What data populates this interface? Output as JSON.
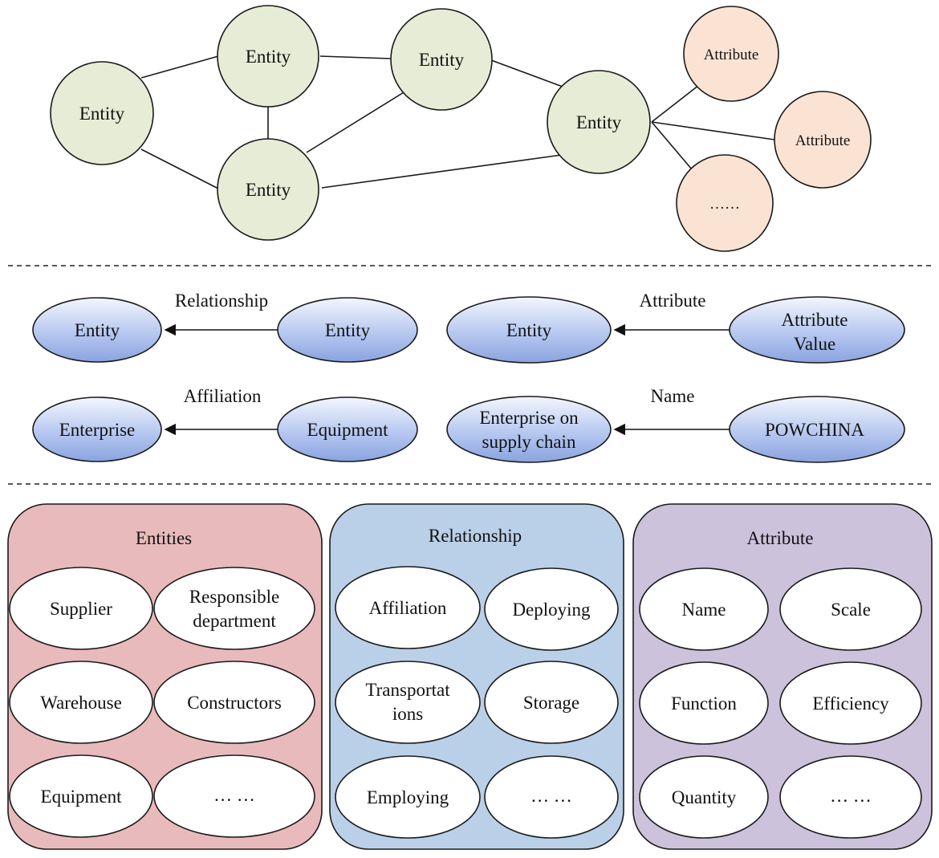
{
  "colors": {
    "entity_fill": "#e6ecd6",
    "attribute_fill": "#fbe3d3",
    "blue_gradient_top": "#f3f6fd",
    "blue_gradient_bottom": "#8aa4e0",
    "entities_panel": "#e9babb",
    "relationship_panel": "#bad0e8",
    "attribute_panel": "#cdc2dc",
    "stroke": "#1a1a1a"
  },
  "graph": {
    "entity_label": "Entity",
    "attribute_label": "Attribute",
    "ellipsis_label": "……"
  },
  "examples": {
    "relationship": {
      "label": "Relationship",
      "left": "Entity",
      "right": "Entity"
    },
    "attribute": {
      "label": "Attribute",
      "left": "Entity",
      "right_line1": "Attribute",
      "right_line2": "Value"
    },
    "affiliation": {
      "label": "Affiliation",
      "left": "Enterprise",
      "right": "Equipment"
    },
    "name": {
      "label": "Name",
      "left_line1": "Enterprise on",
      "left_line2": "supply chain",
      "right": "POWCHINA"
    }
  },
  "panels": {
    "entities": {
      "title": "Entities",
      "items": [
        "Supplier",
        "Responsible department",
        "Warehouse",
        "Constructors",
        "Equipment",
        "… …"
      ]
    },
    "relationship": {
      "title": "Relationship",
      "items": [
        "Affiliation",
        "Deploying",
        "Transportations",
        "Storage",
        "Employing",
        "… …"
      ]
    },
    "attribute": {
      "title": "Attribute",
      "items": [
        "Name",
        "Scale",
        "Function",
        "Efficiency",
        "Quantity",
        "… …"
      ]
    }
  }
}
